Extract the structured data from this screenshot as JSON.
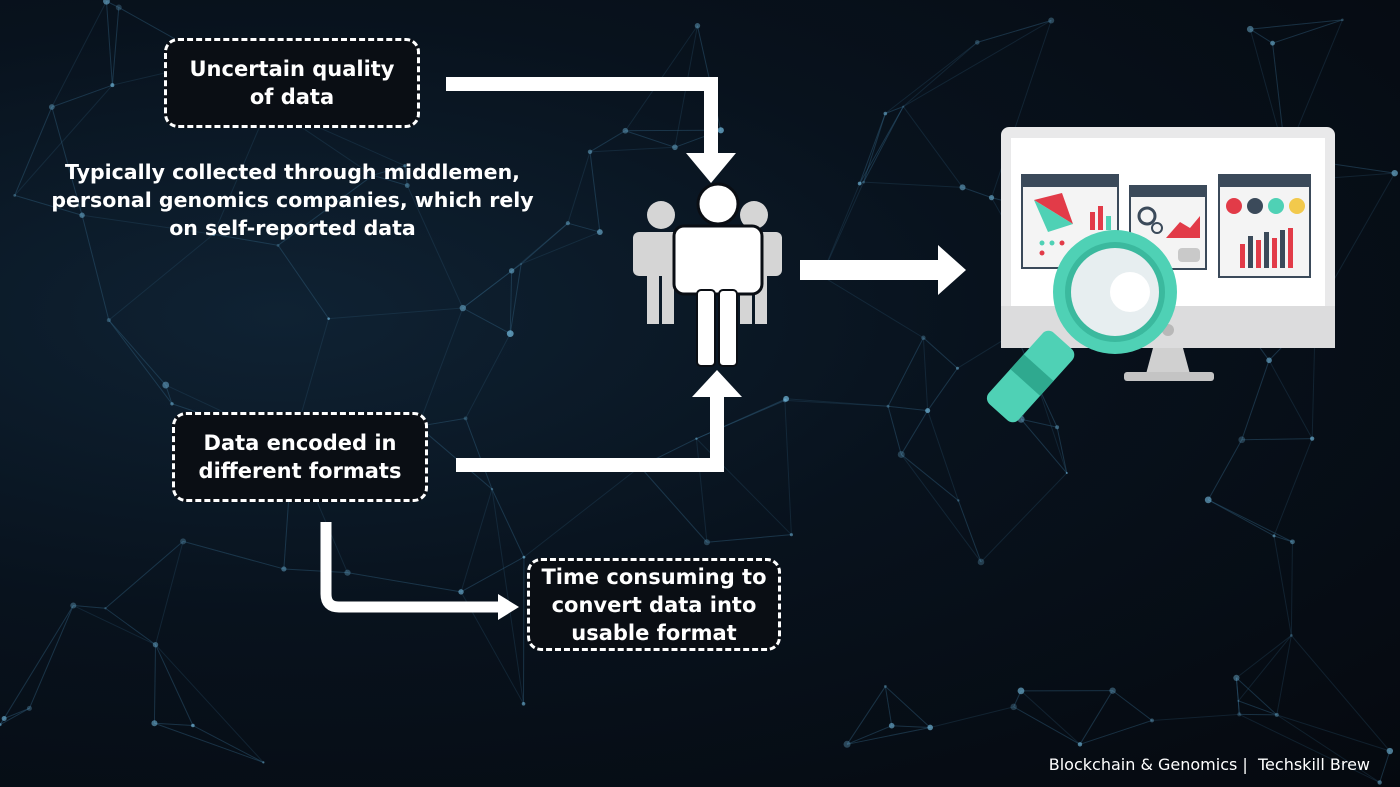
{
  "boxes": {
    "quality": "Uncertain quality of data",
    "formats": "Data encoded in different formats",
    "time": "Time consuming to convert data into usable format"
  },
  "note": "Typically collected through middlemen, personal genomics companies, which rely on self-reported data",
  "footer": {
    "topic": "Blockchain & Genomics",
    "separator": " |  ",
    "brand": "Techskill Brew"
  },
  "icons": {
    "people": "people-group-icon",
    "monitor": "analytics-monitor-icon",
    "magnifier": "magnifying-glass-icon"
  },
  "colors": {
    "background": "#07111b",
    "text": "#ffffff",
    "accent_teal": "#4fd1b5",
    "accent_red": "#e23b48"
  }
}
